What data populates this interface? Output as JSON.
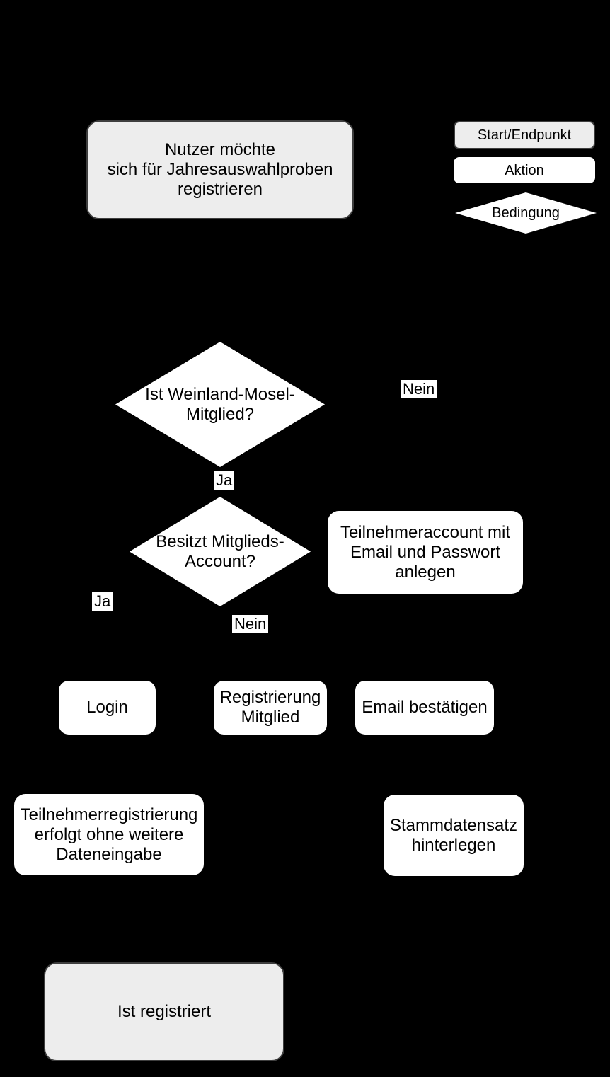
{
  "canvas": {
    "background": "#000000"
  },
  "colors": {
    "start_end_fill": "#ededed",
    "start_end_border": "#3e3e3e",
    "action_fill": "#ffffff",
    "condition_fill": "#ffffff",
    "text": "#000000",
    "edge_label_bg": "#ffffff"
  },
  "legend": {
    "start_end_label": "Start/Endpunkt",
    "action_label": "Aktion",
    "condition_label": "Bedingung"
  },
  "nodes": {
    "start": {
      "type": "start_end",
      "lines": [
        "Nutzer möchte",
        "sich für Jahresauswahlproben",
        "registrieren"
      ]
    },
    "cond_member": {
      "type": "condition",
      "lines": [
        "Ist Weinland-Mosel-",
        "Mitglied?"
      ]
    },
    "cond_account": {
      "type": "condition",
      "lines": [
        "Besitzt Mitglieds-",
        "Account?"
      ]
    },
    "create_account": {
      "type": "action",
      "lines": [
        "Teilnehmeraccount mit",
        "Email und Passwort",
        "anlegen"
      ]
    },
    "login": {
      "type": "action",
      "lines": [
        "Login"
      ]
    },
    "register_member": {
      "type": "action",
      "lines": [
        "Registrierung",
        "Mitglied"
      ]
    },
    "confirm_email": {
      "type": "action",
      "lines": [
        "Email bestätigen"
      ]
    },
    "registration_done": {
      "type": "action",
      "lines": [
        "Teilnehmerregistrierung",
        "erfolgt ohne weitere",
        "Dateneingabe"
      ]
    },
    "master_data": {
      "type": "action",
      "lines": [
        "Stammdatensatz",
        "hinterlegen"
      ]
    },
    "end": {
      "type": "start_end",
      "lines": [
        "Ist registriert"
      ]
    }
  },
  "edge_labels": {
    "member_no": "Nein",
    "member_yes": "Ja",
    "account_yes": "Ja",
    "account_no": "Nein"
  }
}
